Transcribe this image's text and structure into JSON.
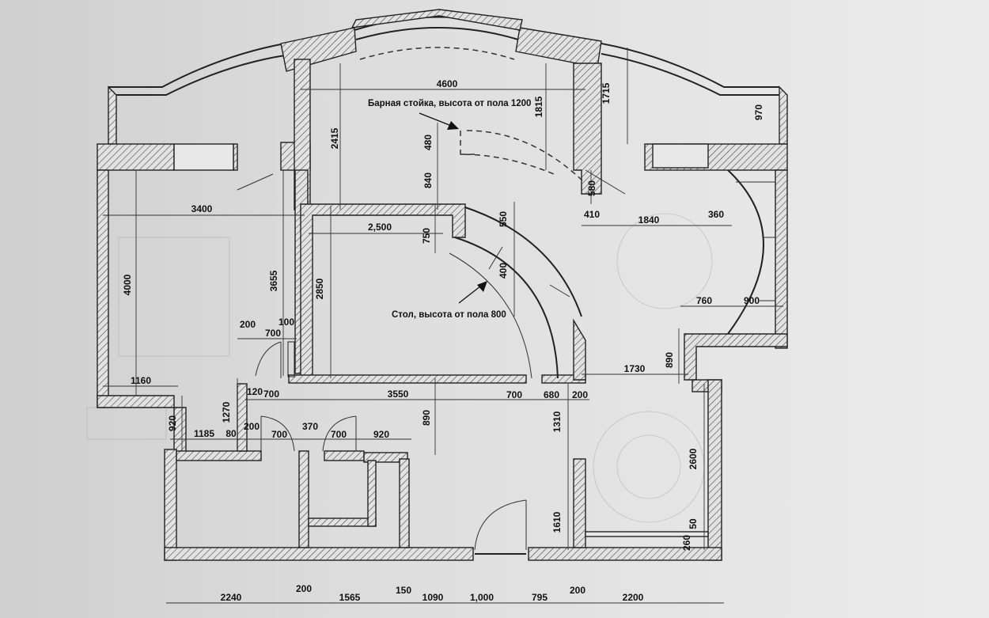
{
  "annotations": {
    "bar_counter": "Барная стойка, высота от пола 1200",
    "table": "Стол, высота от пола 800"
  },
  "dimensions": [
    "4600",
    "2415",
    "1815",
    "1715",
    "970",
    "480",
    "840",
    "580",
    "3400",
    "410",
    "1840",
    "360",
    "2,500",
    "750",
    "550",
    "400",
    "4000",
    "3655",
    "2850",
    "760",
    "900",
    "200",
    "700",
    "100",
    "890",
    "1160",
    "1730",
    "120",
    "700",
    "3550",
    "700",
    "680",
    "200",
    "890",
    "1310",
    "920",
    "1270",
    "1185",
    "80",
    "200",
    "700",
    "370",
    "700",
    "920",
    "2600",
    "1610",
    "50",
    "260",
    "2240",
    "200",
    "1565",
    "150",
    "1090",
    "1,000",
    "795",
    "200",
    "2200"
  ]
}
